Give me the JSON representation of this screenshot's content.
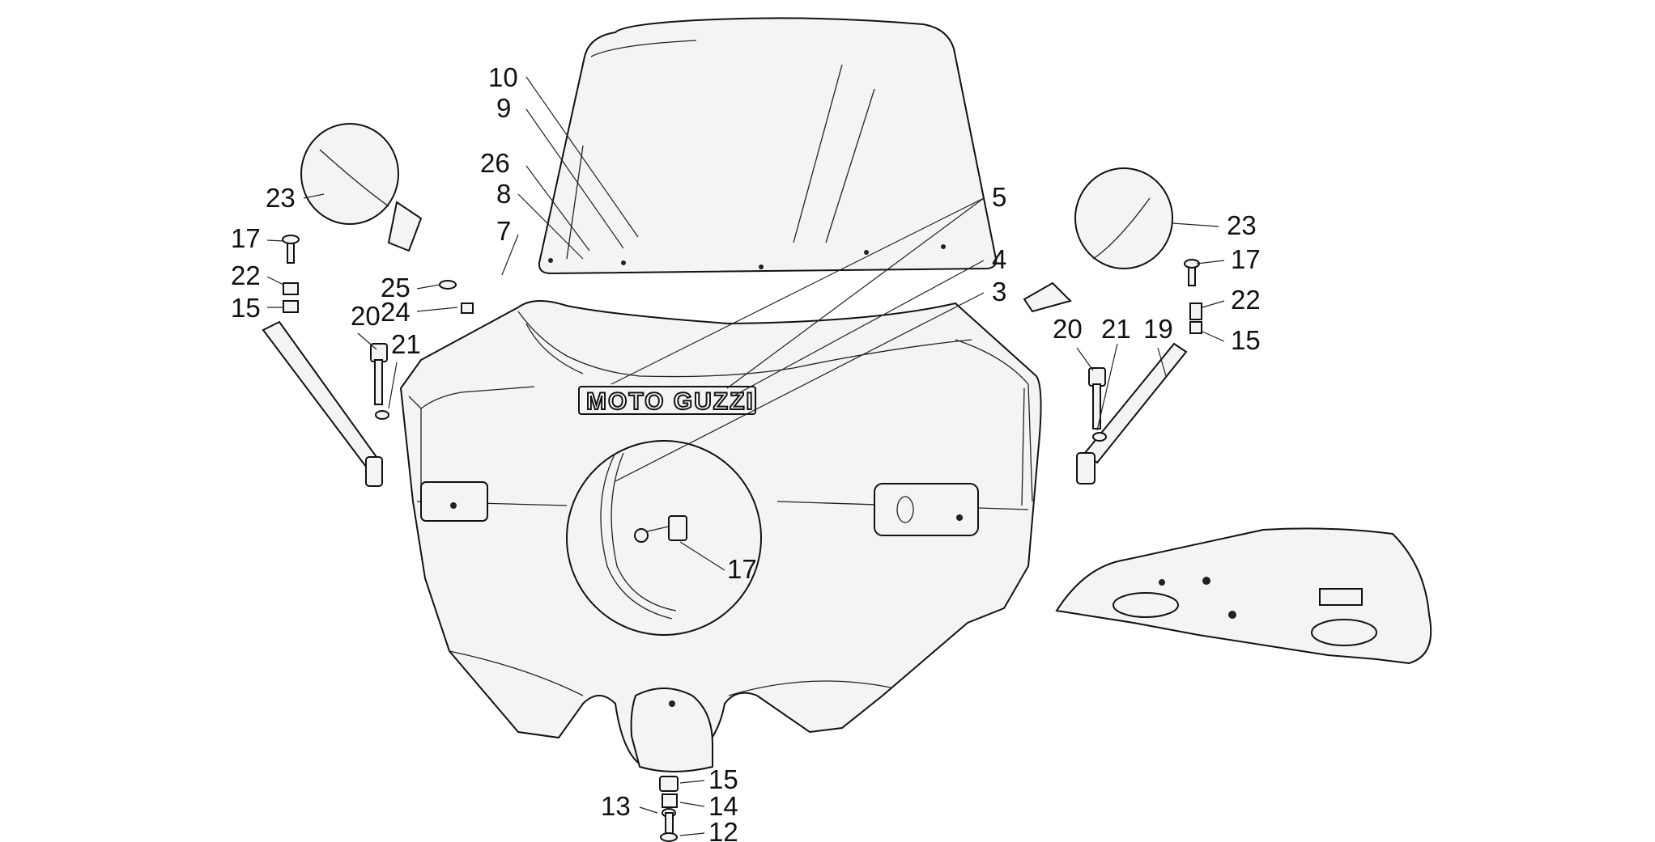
{
  "brand_text": "MOTO GUZZI",
  "callouts": {
    "c10": "10",
    "c9": "9",
    "c26": "26",
    "c8": "8",
    "c7": "7",
    "c5": "5",
    "c4": "4",
    "c3": "3",
    "c23_left": "23",
    "c17_left": "17",
    "c22_left": "22",
    "c15_left": "15",
    "c25": "25",
    "c24": "24",
    "c20_left": "20",
    "c21_left": "21",
    "c23_right": "23",
    "c17_right": "17",
    "c22_right": "22",
    "c15_right": "15",
    "c20_right": "20",
    "c21_right": "21",
    "c19": "19",
    "c17_center": "17",
    "c15_bottom": "15",
    "c14": "14",
    "c13": "13",
    "c12": "12"
  }
}
